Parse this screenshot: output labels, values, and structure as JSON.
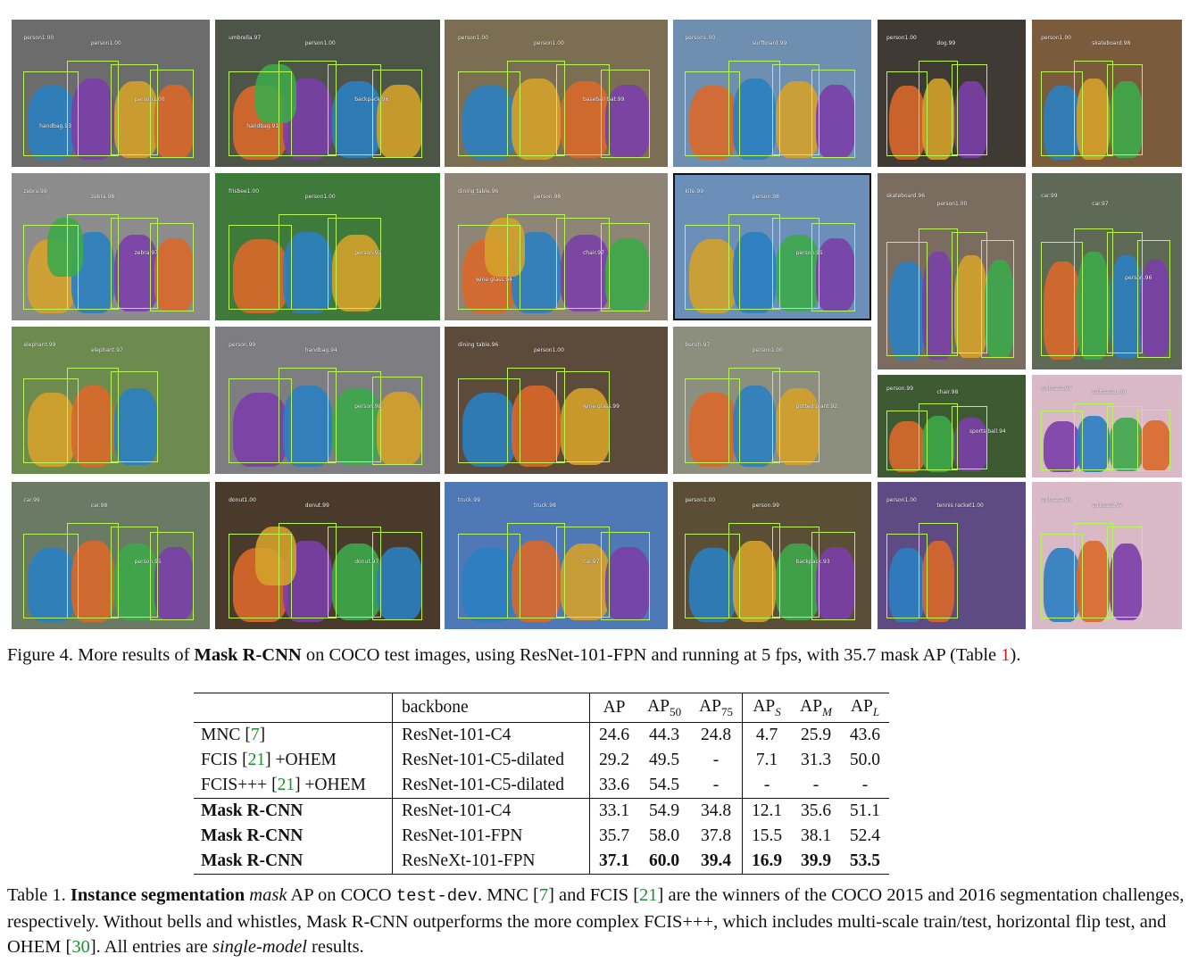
{
  "figure": {
    "tiles": [
      {
        "id": "r1c1",
        "bg": "#6c6c6c",
        "framed": false,
        "labels": [
          "person1.00",
          "person1.00",
          "person1.00",
          "handbag.93"
        ],
        "blobs": [
          "#2b7fc1",
          "#7a3fa8",
          "#d4a12a",
          "#d9682a"
        ]
      },
      {
        "id": "r1c2",
        "bg": "#4d5548",
        "framed": false,
        "labels": [
          "umbrella.97",
          "person1.00",
          "backpack.96",
          "handbag.91"
        ],
        "blobs": [
          "#d9682a",
          "#7a3fa8",
          "#2b7fc1",
          "#d4a12a",
          "#3da84a"
        ]
      },
      {
        "id": "r1c3",
        "bg": "#7b6e52",
        "framed": false,
        "labels": [
          "person1.00",
          "person1.00",
          "baseball bat.99"
        ],
        "blobs": [
          "#2b7fc1",
          "#d4a12a",
          "#d9682a",
          "#7a3fa8"
        ]
      },
      {
        "id": "r1c4",
        "bg": "#6f8fb1",
        "framed": false,
        "labels": [
          "person1.00",
          "surfboard.99"
        ],
        "blobs": [
          "#d9682a",
          "#2b7fc1",
          "#d4a12a",
          "#7a3fa8"
        ]
      },
      {
        "id": "r1c5",
        "bg": "#3f3a33",
        "framed": false,
        "labels": [
          "person1.00",
          "dog.99"
        ],
        "blobs": [
          "#d9682a",
          "#d4a12a",
          "#7a3fa8"
        ]
      },
      {
        "id": "r1c6",
        "bg": "#7a5b3b",
        "framed": false,
        "labels": [
          "person1.00",
          "skateboard.98"
        ],
        "blobs": [
          "#2b7fc1",
          "#d4a12a",
          "#3da84a"
        ]
      },
      {
        "id": "r2c1",
        "bg": "#8c8c8c",
        "framed": false,
        "labels": [
          "zebra.99",
          "zebra.98",
          "zebra.97"
        ],
        "blobs": [
          "#d4a12a",
          "#2b7fc1",
          "#7a3fa8",
          "#d9682a",
          "#3da84a"
        ]
      },
      {
        "id": "r2c2",
        "bg": "#3e7a39",
        "framed": false,
        "labels": [
          "frisbee1.00",
          "person1.00",
          "person.99"
        ],
        "blobs": [
          "#d9682a",
          "#2b7fc1",
          "#d4a12a"
        ]
      },
      {
        "id": "r2c3",
        "bg": "#8f8576",
        "framed": false,
        "labels": [
          "dining table.96",
          "person.98",
          "chair.97",
          "wine glass.94"
        ],
        "blobs": [
          "#d9682a",
          "#2b7fc1",
          "#7a3fa8",
          "#3da84a",
          "#d4a12a"
        ]
      },
      {
        "id": "r2c4",
        "bg": "#6b8fb8",
        "framed": true,
        "labels": [
          "kite.99",
          "person.98",
          "person.95"
        ],
        "blobs": [
          "#d4a12a",
          "#2b7fc1",
          "#3da84a",
          "#7a3fa8"
        ]
      },
      {
        "id": "r2c5",
        "bg": "#7a6d5f",
        "framed": false,
        "labels": [
          "skateboard.96",
          "person1.00"
        ],
        "blobs": [
          "#2b7fc1",
          "#7a3fa8",
          "#d4a12a",
          "#3da84a"
        ]
      },
      {
        "id": "r2c6",
        "bg": "#5f6a56",
        "framed": false,
        "labels": [
          "car.99",
          "car.97",
          "person.96"
        ],
        "blobs": [
          "#d9682a",
          "#3da84a",
          "#2b7fc1",
          "#7a3fa8"
        ]
      },
      {
        "id": "r3c1",
        "bg": "#6e8b4f",
        "framed": false,
        "labels": [
          "elephant.99",
          "elephant.97"
        ],
        "blobs": [
          "#d4a12a",
          "#d9682a",
          "#2b7fc1"
        ]
      },
      {
        "id": "r3c2",
        "bg": "#7d7d82",
        "framed": false,
        "labels": [
          "person.99",
          "handbag.94",
          "person.98"
        ],
        "blobs": [
          "#7a3fa8",
          "#2b7fc1",
          "#3da84a",
          "#d4a12a"
        ]
      },
      {
        "id": "r3c3",
        "bg": "#5c4a3a",
        "framed": false,
        "labels": [
          "dining table.96",
          "person1.00",
          "wine glass.99"
        ],
        "blobs": [
          "#2b7fc1",
          "#d9682a",
          "#d4a12a"
        ]
      },
      {
        "id": "r3c4",
        "bg": "#8d8f7e",
        "framed": false,
        "labels": [
          "bench.97",
          "person1.00",
          "potted plant.92"
        ],
        "blobs": [
          "#d9682a",
          "#2b7fc1",
          "#d4a12a"
        ]
      },
      {
        "id": "r3c5",
        "bg": "#3d5a33",
        "framed": false,
        "labels": [
          "person.99",
          "chair.98",
          "sports ball.94"
        ],
        "blobs": [
          "#d9682a",
          "#3da84a",
          "#7a3fa8"
        ]
      },
      {
        "id": "r3c6",
        "bg": "#d9b9c6",
        "framed": false,
        "labels": [
          "suitcase.99",
          "suitcase1.00"
        ],
        "blobs": [
          "#7a3fa8",
          "#2b7fc1",
          "#3da84a",
          "#d9682a"
        ]
      },
      {
        "id": "r4c1",
        "bg": "#6b7a64",
        "framed": false,
        "labels": [
          "car.99",
          "car.98",
          "person.95"
        ],
        "blobs": [
          "#2b7fc1",
          "#d9682a",
          "#3da84a",
          "#7a3fa8"
        ]
      },
      {
        "id": "r4c2",
        "bg": "#4a3a2b",
        "framed": false,
        "labels": [
          "donut1.00",
          "donut.99",
          "donut.97"
        ],
        "blobs": [
          "#d9682a",
          "#7a3fa8",
          "#3da84a",
          "#2b7fc1",
          "#d4a12a"
        ]
      },
      {
        "id": "r4c3",
        "bg": "#4e79b6",
        "framed": false,
        "labels": [
          "truck.99",
          "truck.98",
          "car.97"
        ],
        "blobs": [
          "#2b7fc1",
          "#d9682a",
          "#d4a12a",
          "#7a3fa8"
        ]
      },
      {
        "id": "r4c4",
        "bg": "#5a4e36",
        "framed": false,
        "labels": [
          "person1.00",
          "person.99",
          "backpack.93"
        ],
        "blobs": [
          "#2b7fc1",
          "#d4a12a",
          "#3da84a",
          "#7a3fa8"
        ]
      },
      {
        "id": "r4c5",
        "bg": "#5e4b83",
        "framed": false,
        "labels": [
          "person1.00",
          "tennis racket1.00"
        ],
        "blobs": [
          "#2b7fc1",
          "#d9682a"
        ]
      },
      {
        "id": "r4c6",
        "bg": "#d9b9c6",
        "framed": false,
        "labels": [
          "suitcase.98",
          "suitcase.97"
        ],
        "blobs": [
          "#2b7fc1",
          "#d9682a",
          "#7a3fa8"
        ]
      }
    ]
  },
  "figure_caption": {
    "prefix": "Figure 4. More results of ",
    "bold": "Mask R-CNN",
    "middle": " on COCO test images, using ResNet-101-FPN and running at 5 fps, with 35.7 mask AP (Table ",
    "ref": "1",
    "suffix": ")."
  },
  "table": {
    "headers": {
      "method": "",
      "backbone": "backbone",
      "ap": "AP",
      "ap50": "AP",
      "ap50_sub": "50",
      "ap75": "AP",
      "ap75_sub": "75",
      "aps": "AP",
      "aps_sub": "S",
      "apm": "AP",
      "apm_sub": "M",
      "apl": "AP",
      "apl_sub": "L"
    },
    "rows": [
      {
        "method": "MNC ",
        "cite": "7",
        "method_suffix": "",
        "backbone": "ResNet-101-C4",
        "ap": "24.6",
        "ap50": "44.3",
        "ap75": "24.8",
        "aps": "4.7",
        "apm": "25.9",
        "apl": "43.6",
        "bold_method": false,
        "bold_values": false
      },
      {
        "method": "FCIS ",
        "cite": "21",
        "method_suffix": " +OHEM",
        "backbone": "ResNet-101-C5-dilated",
        "ap": "29.2",
        "ap50": "49.5",
        "ap75": "-",
        "aps": "7.1",
        "apm": "31.3",
        "apl": "50.0",
        "bold_method": false,
        "bold_values": false
      },
      {
        "method": "FCIS+++ ",
        "cite": "21",
        "method_suffix": " +OHEM",
        "backbone": "ResNet-101-C5-dilated",
        "ap": "33.6",
        "ap50": "54.5",
        "ap75": "-",
        "aps": "-",
        "apm": "-",
        "apl": "-",
        "bold_method": false,
        "bold_values": false
      },
      {
        "method": "Mask R-CNN",
        "cite": "",
        "method_suffix": "",
        "backbone": "ResNet-101-C4",
        "ap": "33.1",
        "ap50": "54.9",
        "ap75": "34.8",
        "aps": "12.1",
        "apm": "35.6",
        "apl": "51.1",
        "bold_method": true,
        "bold_values": false
      },
      {
        "method": "Mask R-CNN",
        "cite": "",
        "method_suffix": "",
        "backbone": "ResNet-101-FPN",
        "ap": "35.7",
        "ap50": "58.0",
        "ap75": "37.8",
        "aps": "15.5",
        "apm": "38.1",
        "apl": "52.4",
        "bold_method": true,
        "bold_values": false
      },
      {
        "method": "Mask R-CNN",
        "cite": "",
        "method_suffix": "",
        "backbone": "ResNeXt-101-FPN",
        "ap": "37.1",
        "ap50": "60.0",
        "ap75": "39.4",
        "aps": "16.9",
        "apm": "39.9",
        "apl": "53.5",
        "bold_method": true,
        "bold_values": true
      }
    ]
  },
  "table_caption": {
    "t1": "Table 1. ",
    "t2": "Instance segmentation",
    "t3": " ",
    "t4": "mask",
    "t5": " AP on COCO ",
    "t6": "test-dev",
    "t7": ". MNC [",
    "t8": "7",
    "t9": "] and FCIS [",
    "t10": "21",
    "t11": "] are the winners of the COCO 2015 and 2016 segmentation challenges, respectively. Without bells and whistles, Mask R-CNN outperforms the more complex FCIS+++, which includes multi-scale train/test, horizontal flip test, and OHEM [",
    "t12": "30",
    "t13": "]. All entries are ",
    "t14": "single-model",
    "t15": " results."
  }
}
